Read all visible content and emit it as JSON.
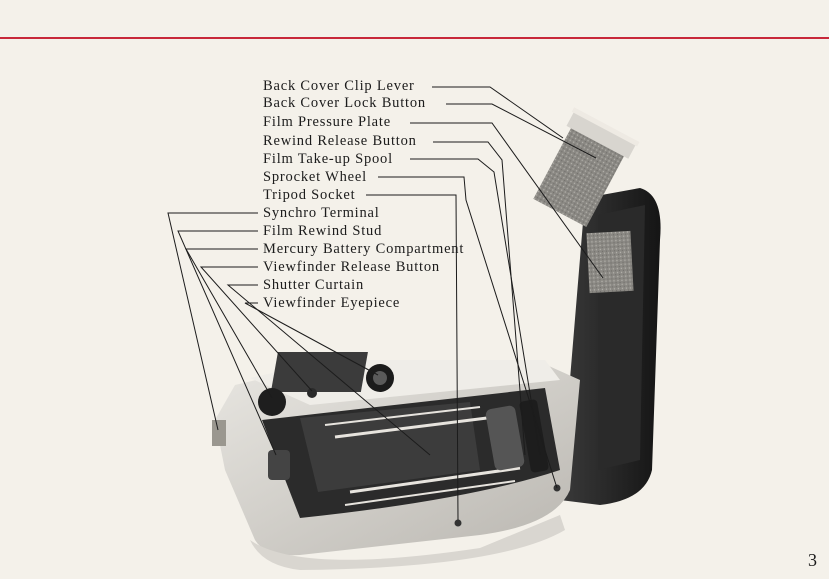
{
  "labels": [
    "Back Cover Clip Lever",
    "Back Cover Lock Button",
    "Film Pressure Plate",
    "Rewind Release Button",
    "Film Take-up Spool",
    "Sprocket Wheel",
    "Tripod Socket",
    "Synchro Terminal",
    "Film Rewind Stud",
    "Mercury Battery Compartment",
    "Viewfinder Release Button",
    "Shutter Curtain",
    "Viewfinder Eyepiece"
  ],
  "page_number": "3",
  "colors": {
    "rule": "#c8283a",
    "paper": "#f4f1ea",
    "ink": "#1c1c1c"
  }
}
